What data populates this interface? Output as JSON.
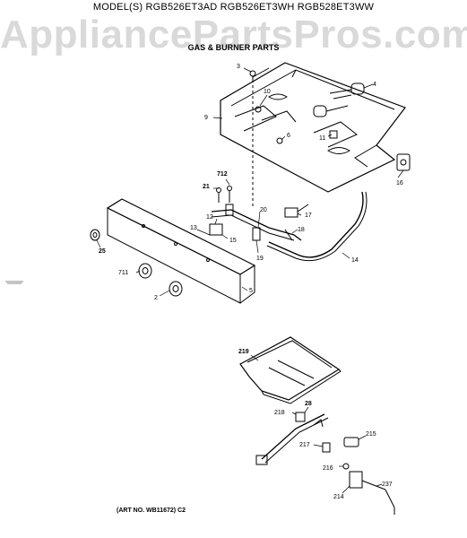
{
  "header": {
    "models": "MODEL(S) RGB526ET3AD  RGB526ET3WH  RGB528ET3WW",
    "watermark": "AppliancePartsPros.com",
    "section": "GAS & BURNER PARTS"
  },
  "footer": {
    "art_no": "(ART NO. WB11672) C2"
  },
  "callouts": {
    "c3": "3",
    "c4": "4",
    "c10": "10",
    "c9": "9",
    "c6": "6",
    "c11": "11",
    "c16": "16",
    "c712": "712",
    "c21": "21",
    "c12": "12",
    "c20": "20",
    "c17": "17",
    "c13": "13",
    "c15": "15",
    "c18": "18",
    "c19": "19",
    "c14": "14",
    "c25": "25",
    "c711": "711",
    "c2": "2",
    "c5": "5",
    "c219": "219",
    "c218": "218",
    "c28": "28",
    "c217": "217",
    "c215": "215",
    "c216": "216",
    "c214": "214",
    "c237": "237"
  }
}
